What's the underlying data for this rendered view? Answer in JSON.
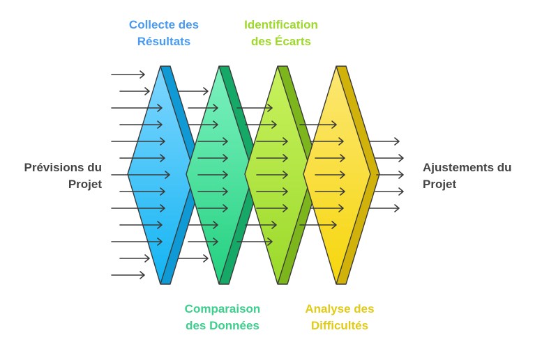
{
  "input": {
    "line1": "Prévisions du",
    "line2": "Projet",
    "color": "#444444"
  },
  "output": {
    "line1": "Ajustements du",
    "line2": "Projet",
    "color": "#444444"
  },
  "stages": [
    {
      "line1": "Collecte des",
      "line2": "Résultats",
      "color": "#4a9af0",
      "fill_top": "#7fd6ff",
      "fill_bottom": "#12b4f2",
      "edge": "#0f9ad6"
    },
    {
      "line1": "Comparaison",
      "line2": "des Données",
      "color": "#3ccf8e",
      "fill_top": "#7ef2c0",
      "fill_bottom": "#22d07f",
      "edge": "#16a866"
    },
    {
      "line1": "Identification",
      "line2": "des Écarts",
      "color": "#9ed82c",
      "fill_top": "#c9f25e",
      "fill_bottom": "#9ad92a",
      "edge": "#7db51c"
    },
    {
      "line1": "Analyse des",
      "line2": "Difficultés",
      "color": "#e2cb14",
      "fill_top": "#fce773",
      "fill_bottom": "#f6d60c",
      "edge": "#d0b20a"
    }
  ],
  "icons": {
    "arrow": "right-arrow-icon"
  }
}
